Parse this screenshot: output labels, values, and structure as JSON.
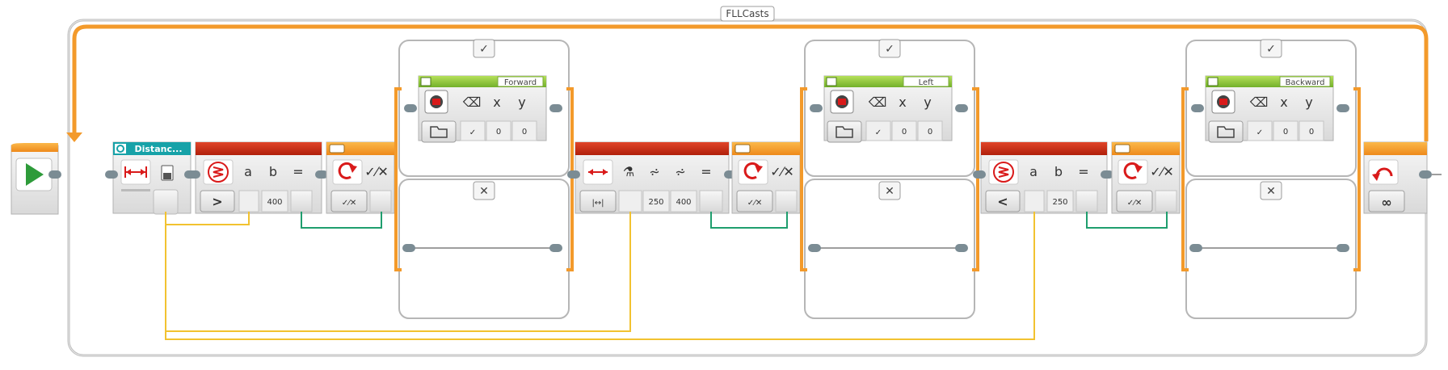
{
  "loop": {
    "name": "FLLCasts",
    "count_symbol": "∞"
  },
  "blocks": {
    "start": {},
    "sensor_read": {
      "title": "Distanc..."
    },
    "compare_1": {
      "op_symbol": ">",
      "a": "a",
      "b": "b",
      "eq": "=",
      "b_value": "400"
    },
    "switch_1": {
      "true_tab": "✓",
      "false_tab": "✕",
      "display_title": "Forward",
      "x_label": "x",
      "y_label": "y",
      "x_value": "0",
      "y_value": "0"
    },
    "range_1": {
      "eq": "=",
      "low_value": "250",
      "high_value": "400"
    },
    "switch_2": {
      "true_tab": "✓",
      "false_tab": "✕",
      "display_title": "Left",
      "x_label": "x",
      "y_label": "y",
      "x_value": "0",
      "y_value": "0"
    },
    "compare_2": {
      "op_symbol": "<",
      "a": "a",
      "b": "b",
      "eq": "=",
      "b_value": "250"
    },
    "switch_3": {
      "true_tab": "✓",
      "false_tab": "✕",
      "display_title": "Backward",
      "x_label": "x",
      "y_label": "y",
      "x_value": "0",
      "y_value": "0"
    }
  },
  "colors": {
    "flow_orange": "#f39a2b",
    "math_red": "#cc2a12",
    "display_green": "#8cc63f",
    "sensor_teal": "#17a2a8",
    "wire_yellow": "#f2c230",
    "wire_green": "#1f9e6e",
    "block_gray": "#e4e4e4",
    "start_green": "#2e9b3a"
  },
  "icons": {
    "play": "play-icon",
    "loop": "loop-arrow-icon",
    "compare": "compare-icon",
    "distance": "distance-icon",
    "display": "display-icon",
    "eraser": "eraser-icon",
    "folder": "folder-icon"
  }
}
